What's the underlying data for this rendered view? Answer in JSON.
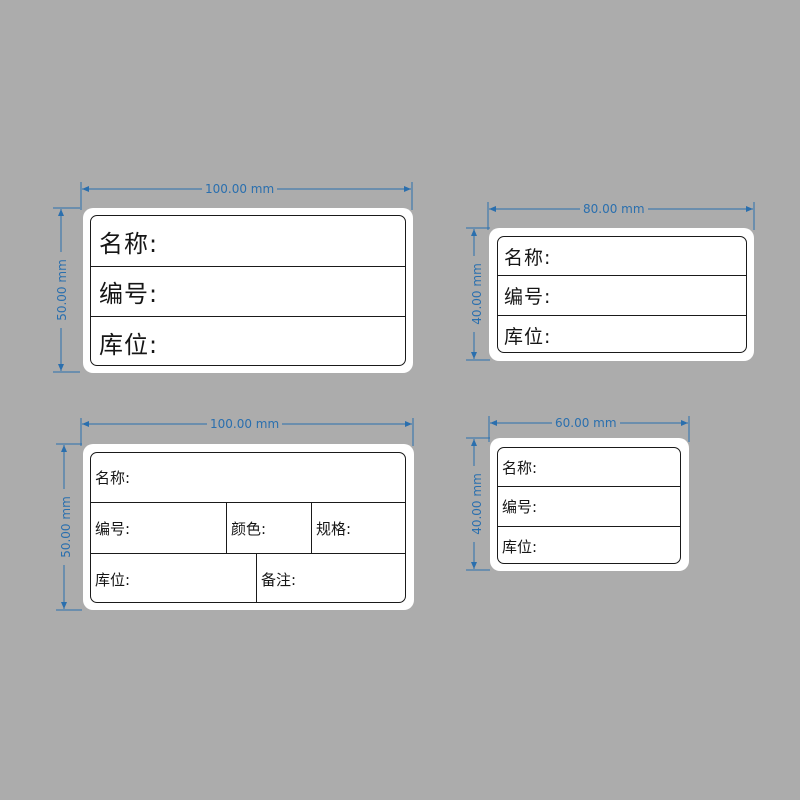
{
  "colors": {
    "background": "#acacac",
    "dimension": "#2a6fae",
    "line": "#1a1a1a",
    "label": "#ffffff"
  },
  "labels": [
    {
      "width_text": "100.00 mm",
      "height_text": "50.00 mm",
      "rows": [
        "名称:",
        "编号:",
        "库位:"
      ]
    },
    {
      "width_text": "80.00 mm",
      "height_text": "40.00 mm",
      "rows": [
        "名称:",
        "编号:",
        "库位:"
      ]
    },
    {
      "width_text": "100.00 mm",
      "height_text": "50.00 mm",
      "row1": "名称:",
      "row2": [
        "编号:",
        "颜色:",
        "规格:"
      ],
      "row3": [
        "库位:",
        "备注:"
      ]
    },
    {
      "width_text": "60.00 mm",
      "height_text": "40.00 mm",
      "rows": [
        "名称:",
        "编号:",
        "库位:"
      ]
    }
  ]
}
